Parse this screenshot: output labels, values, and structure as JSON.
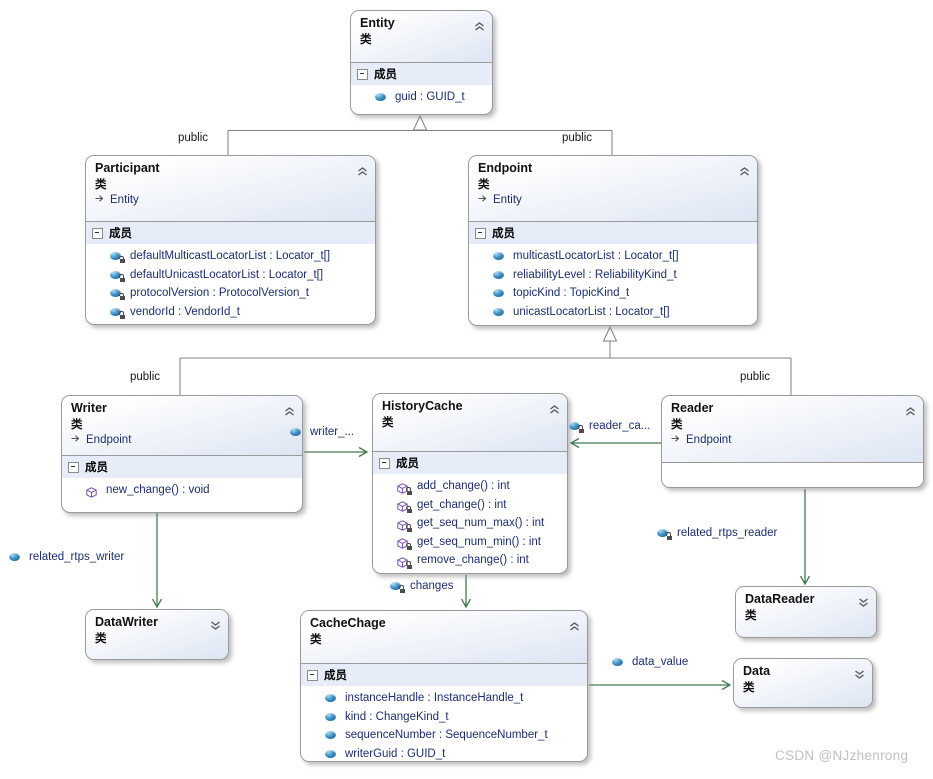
{
  "diagram": {
    "watermark": "CSDN @NJzhenrong",
    "labels": {
      "entity_participant": "public",
      "entity_endpoint": "public",
      "endpoint_writer": "public",
      "endpoint_reader": "public",
      "writer_cache": "writer_...",
      "reader_cache": "reader_ca...",
      "related_rtps_writer": "related_rtps_writer",
      "related_rtps_reader": "related_rtps_reader",
      "changes": "changes",
      "data_value": "data_value"
    },
    "colors": {
      "association_green": "#43794f",
      "inheritance_gray": "#7f7f7f",
      "box_border": "#9a9a9a",
      "header_gradient_blue": "#dde5f3",
      "members_band_blue": "#e7edf8",
      "member_text_navy": "#1d2d6e",
      "field_icon_blue": "#0f5a94",
      "method_icon_purple": "#7a52a8"
    }
  },
  "classes": {
    "entity": {
      "name": "Entity",
      "kind": "类",
      "members_label": "成员",
      "members": [
        {
          "icon": "field-icon",
          "text": "guid : GUID_t"
        }
      ]
    },
    "participant": {
      "name": "Participant",
      "kind": "类",
      "base": "Entity",
      "members_label": "成员",
      "members": [
        {
          "icon": "private-field-icon",
          "text": "defaultMulticastLocatorList : Locator_t[]"
        },
        {
          "icon": "private-field-icon",
          "text": "defaultUnicastLocatorList : Locator_t[]"
        },
        {
          "icon": "private-field-icon",
          "text": "protocolVersion : ProtocolVersion_t"
        },
        {
          "icon": "private-field-icon",
          "text": "vendorId : VendorId_t"
        }
      ]
    },
    "endpoint": {
      "name": "Endpoint",
      "kind": "类",
      "base": "Entity",
      "members_label": "成员",
      "members": [
        {
          "icon": "field-icon",
          "text": "multicastLocatorList : Locator_t[]"
        },
        {
          "icon": "field-icon",
          "text": "reliabilityLevel : ReliabilityKind_t"
        },
        {
          "icon": "field-icon",
          "text": "topicKind : TopicKind_t"
        },
        {
          "icon": "field-icon",
          "text": "unicastLocatorList : Locator_t[]"
        }
      ]
    },
    "writer": {
      "name": "Writer",
      "kind": "类",
      "base": "Endpoint",
      "members_label": "成员",
      "members": [
        {
          "icon": "method-icon",
          "text": "new_change() : void"
        }
      ]
    },
    "historycache": {
      "name": "HistoryCache",
      "kind": "类",
      "members_label": "成员",
      "members": [
        {
          "icon": "private-method-icon",
          "text": "add_change() : int"
        },
        {
          "icon": "private-method-icon",
          "text": "get_change() : int"
        },
        {
          "icon": "private-method-icon",
          "text": "get_seq_num_max() : int"
        },
        {
          "icon": "private-method-icon",
          "text": "get_seq_num_min() : int"
        },
        {
          "icon": "private-method-icon",
          "text": "remove_change() : int"
        }
      ]
    },
    "reader": {
      "name": "Reader",
      "kind": "类",
      "base": "Endpoint"
    },
    "datawriter": {
      "name": "DataWriter",
      "kind": "类"
    },
    "datareader": {
      "name": "DataReader",
      "kind": "类"
    },
    "cachechage": {
      "name": "CacheChage",
      "kind": "类",
      "members_label": "成员",
      "members": [
        {
          "icon": "field-icon",
          "text": "instanceHandle : InstanceHandle_t"
        },
        {
          "icon": "field-icon",
          "text": "kind : ChangeKind_t"
        },
        {
          "icon": "field-icon",
          "text": "sequenceNumber : SequenceNumber_t"
        },
        {
          "icon": "field-icon",
          "text": "writerGuid : GUID_t"
        }
      ]
    },
    "data": {
      "name": "Data",
      "kind": "类"
    }
  }
}
